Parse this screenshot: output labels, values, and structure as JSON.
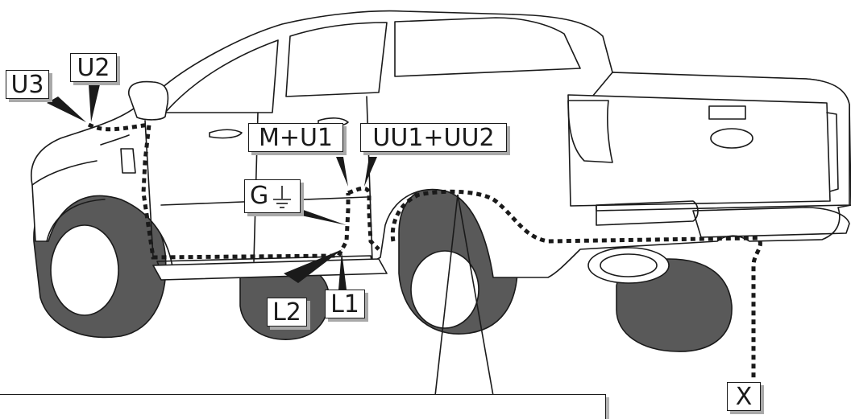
{
  "diagram": {
    "subject": "pickup-truck-wiring-routing",
    "callouts": {
      "u3": "U3",
      "u2": "U2",
      "m_u1": "M+U1",
      "uu1_uu2": "UU1+UU2",
      "ground": "G",
      "l2": "L2",
      "l1": "L1",
      "x": "X"
    },
    "colors": {
      "line": "#1a1a1a",
      "tire": "#595959",
      "shadow": "#a9a9a9",
      "fill": "#ffffff"
    }
  }
}
